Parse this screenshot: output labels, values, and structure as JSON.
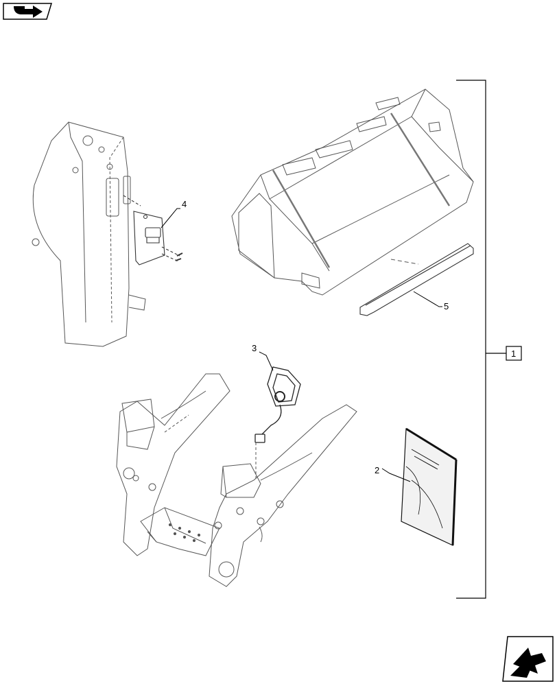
{
  "callouts": {
    "item_1": "1",
    "item_2": "2",
    "item_3": "3",
    "item_4": "4",
    "item_5": "5"
  },
  "icons": {
    "top_left": "previous-page-icon",
    "bottom_right": "next-page-icon"
  }
}
